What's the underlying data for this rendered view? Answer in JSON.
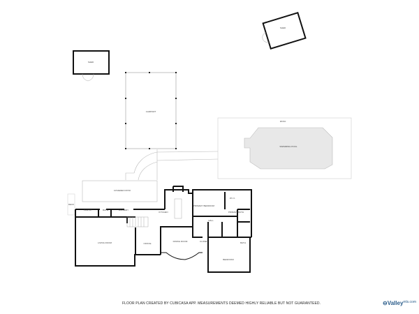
{
  "rooms": {
    "shed_left": "Shed",
    "shed_right": "Shed",
    "carport": "Carport",
    "patio": "Patio",
    "pool": "Swimming Pool",
    "covered_patio": "Covered Patio",
    "pantry": "Pantry",
    "bath1": "Bath",
    "laundry": "Laundry",
    "kitchen": "Kitchen",
    "living_room": "Living Room",
    "office": "Office",
    "dining_room": "Dining Room",
    "primary_bedroom": "Primary Bedroom",
    "wic": "W.I.C.",
    "primary_bath": "Primary Bath",
    "hall": "Hall",
    "closet": "Closet",
    "bedroom": "Bedroom",
    "bath2": "Bath",
    "deck": "Deck"
  },
  "footer": {
    "disclaimer": "FLOOR PLAN CREATED BY CUBICASA APP. MEASUREMENTS DEEMED HIGHLY RELIABLE BUT NOT GUARANTEED.",
    "logo_text": "Valley",
    "logo_sup": "mls.com"
  },
  "colors": {
    "wall": "#111111",
    "pool_fill": "#e8e8e8",
    "thin_line": "#aaaaaa",
    "logo": "#2a5c8a"
  }
}
